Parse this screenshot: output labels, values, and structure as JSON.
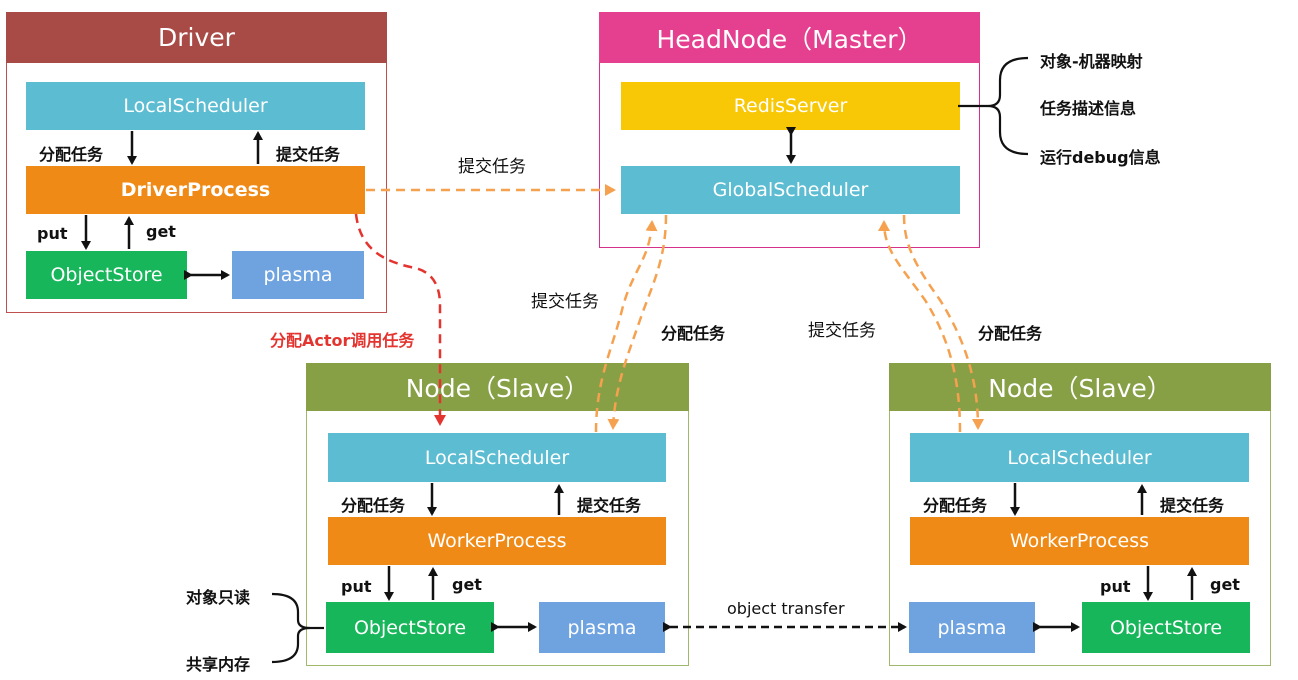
{
  "driver": {
    "title": "Driver",
    "local_scheduler": "LocalScheduler",
    "process": "DriverProcess",
    "object_store": "ObjectStore",
    "plasma": "plasma",
    "assign_label": "分配任务",
    "submit_label": "提交任务",
    "put_label": "put",
    "get_label": "get"
  },
  "head_node": {
    "title": "HeadNode（Master）",
    "redis": "RedisServer",
    "global_scheduler": "GlobalScheduler",
    "redis_info": [
      "对象-机器映射",
      "任务描述信息",
      "运行debug信息"
    ]
  },
  "node_left": {
    "title": "Node（Slave）",
    "local_scheduler": "LocalScheduler",
    "process": "WorkerProcess",
    "object_store": "ObjectStore",
    "plasma": "plasma",
    "assign_label": "分配任务",
    "submit_label": "提交任务",
    "put_label": "put",
    "get_label": "get",
    "store_notes": [
      "对象只读",
      "共享内存"
    ]
  },
  "node_right": {
    "title": "Node（Slave）",
    "local_scheduler": "LocalScheduler",
    "process": "WorkerProcess",
    "object_store": "ObjectStore",
    "plasma": "plasma",
    "assign_label": "分配任务",
    "submit_label": "提交任务",
    "put_label": "put",
    "get_label": "get"
  },
  "flows": {
    "driver_to_global": "提交任务",
    "left_submit": "提交任务",
    "left_assign": "分配任务",
    "right_submit": "提交任务",
    "right_assign": "分配任务",
    "actor_assign": "分配Actor调用任务",
    "object_transfer": "object transfer"
  },
  "colors": {
    "driver_header": "#a84a45",
    "driver_border": "#c0504d",
    "head_header": "#e5408f",
    "head_border": "#d6318a",
    "node_header": "#87a046",
    "node_border": "#a0b86a",
    "local_scheduler": "#5bbcd2",
    "process": "#f08a16",
    "object_store": "#17b65a",
    "plasma": "#6fa3e0",
    "redis": "#f8c806",
    "global_scheduler": "#5bbcd2",
    "dashed_orange": "#f5a14f",
    "dashed_red": "#e3342f"
  }
}
